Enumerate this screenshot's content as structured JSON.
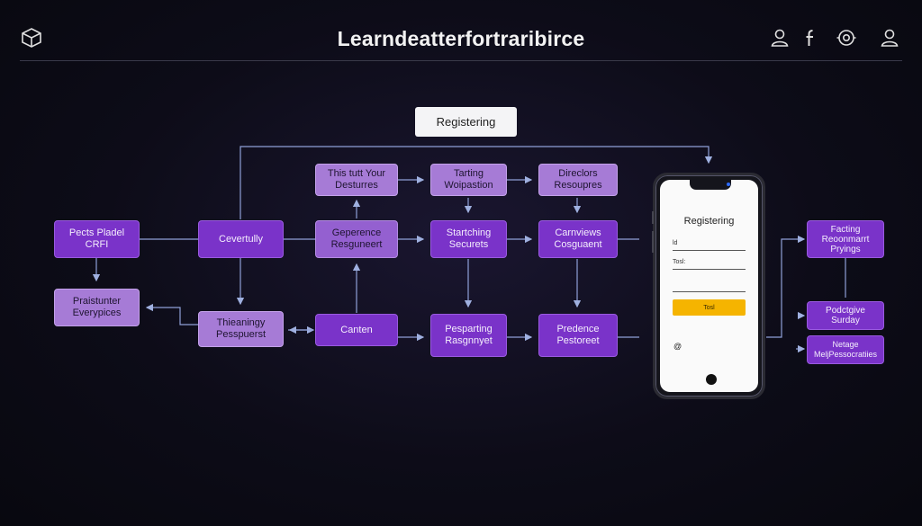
{
  "header": {
    "title": "Learndeatterfortraribirce"
  },
  "diagram": {
    "top_label": "Registering",
    "nodes": {
      "pects_pladel": "Pects Pladel\nCRFI",
      "praistunter": "Praistunter\nEverypices",
      "cevertully": "Cevertully",
      "thieaningy": "Thieaningy\nPesspuerst",
      "this_tutt": "This tutt Your\nDesturres",
      "geperence": "Geperence\nResguneert",
      "canten": "Canten",
      "tarting": "Tarting\nWoipastion",
      "startching": "Startching\nSecurets",
      "pesparting": "Pesparting\nRasgnnyet",
      "direclors": "Direclors\nResoupres",
      "carnviews": "Carnviews\nCosguaent",
      "predence": "Predence\nPestoreet",
      "facting": "Facting\nReoonmarrt\nPryings",
      "podctgive": "Podctgive\nSurday",
      "netage": "Netage\nMeljPessocratiies"
    }
  },
  "phone": {
    "title": "Registering",
    "field1": "ld",
    "field2": "Tosl:",
    "button": "Tosl",
    "icon_glyph": "@"
  }
}
